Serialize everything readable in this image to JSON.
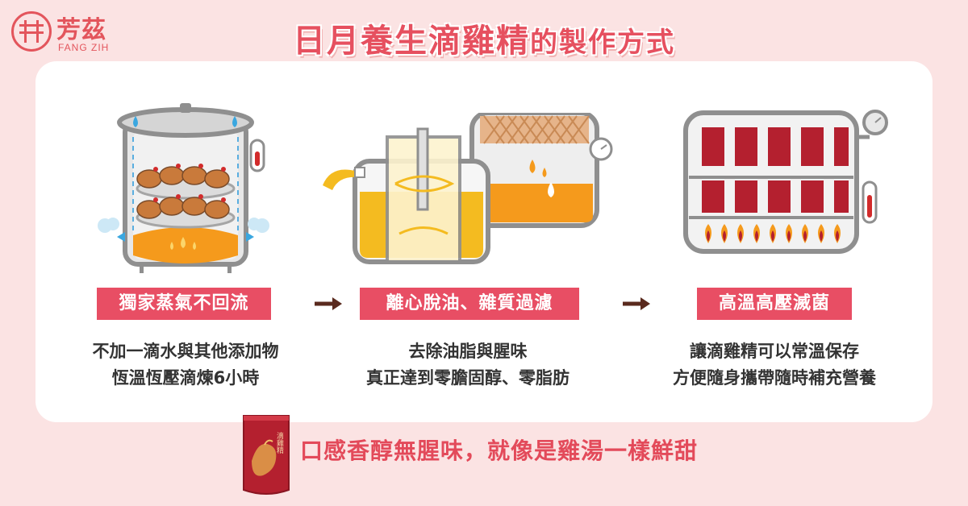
{
  "brand": {
    "name_cn": "芳茲",
    "name_en": "FANG ZIH"
  },
  "title": {
    "main": "日月養生滴雞精",
    "suffix": "的製作方式"
  },
  "steps": [
    {
      "label": "獨家蒸氣不回流",
      "desc_line1": "不加一滴水與其他添加物",
      "desc_line2": "恆溫恆壓滴煉6小時"
    },
    {
      "label": "離心脫油、雜質過濾",
      "desc_line1": "去除油脂與腥味",
      "desc_line2": "真正達到零膽固醇、零脂肪"
    },
    {
      "label": "高溫高壓滅菌",
      "desc_line1": "讓滴雞精可以常溫保存",
      "desc_line2": "方便隨身攜帶隨時補充營養"
    }
  ],
  "bottom": {
    "tagline": "口感香醇無腥味，就像是雞湯一樣鮮甜",
    "pack_label": "滴雞精"
  },
  "colors": {
    "accent": "#e84e64",
    "background": "#fbe3e3",
    "orange": "#f59a1c",
    "gray": "#8f8f8f",
    "maroon": "#b4202f"
  }
}
